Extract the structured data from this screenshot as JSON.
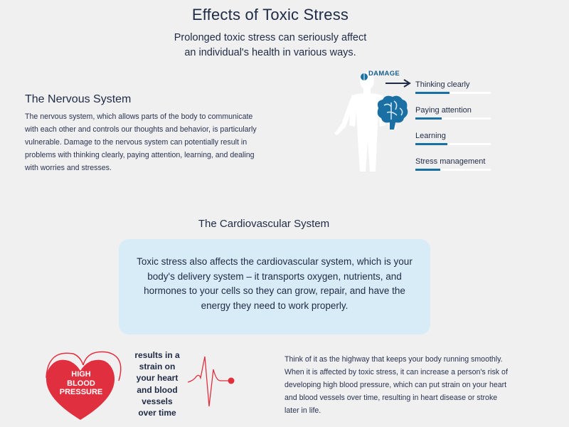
{
  "header": {
    "title": "Effects of Toxic Stress",
    "subtitle_line1": "Prolonged toxic stress can seriously affect",
    "subtitle_line2": "an individual's health in various ways."
  },
  "nervous": {
    "heading": "The  Nervous System",
    "body": "The nervous system, which allows parts of the body to communicate with each other and controls our thoughts and behavior, is particularly vulnerable. Damage to the nervous system can potentially result in problems with thinking clearly, paying attention, learning, and dealing with worries and stresses.",
    "damage_label": "DAMAGE",
    "metrics": [
      {
        "label": "Thinking clearly",
        "fill": 0.45
      },
      {
        "label": "Paying attention",
        "fill": 0.35
      },
      {
        "label": "Learning",
        "fill": 0.42
      },
      {
        "label": "Stress management",
        "fill": 0.33
      }
    ]
  },
  "cardio": {
    "heading": "The  Cardiovascular System",
    "box_text": "Toxic stress also affects the cardiovascular system, which is your body's delivery system – it transports oxygen, nutrients, and hormones to your cells so they can grow, repair, and have the energy they need to work properly.",
    "heart_line1": "HIGH",
    "heart_line2": "BLOOD",
    "heart_line3": "PRESSURE",
    "strain_text": "results in a strain on your heart and blood vessels over time",
    "highway_text": "Think of it as the highway that keeps your body running smoothly. When it is affected by toxic stress, it can increase a person's risk of developing high blood pressure, which can put strain on your heart and blood vessels over time, resulting in heart disease or stroke later in life."
  },
  "colors": {
    "background": "#f0f0f1",
    "navy": "#1f2a44",
    "accent_blue": "#1a6fa3",
    "box_blue": "#d8ecf8",
    "heart_red": "#e0303f"
  },
  "icons": [
    "human-figure-icon",
    "brain-icon",
    "arrow-right-icon",
    "heart-icon",
    "pulse-line-icon"
  ]
}
